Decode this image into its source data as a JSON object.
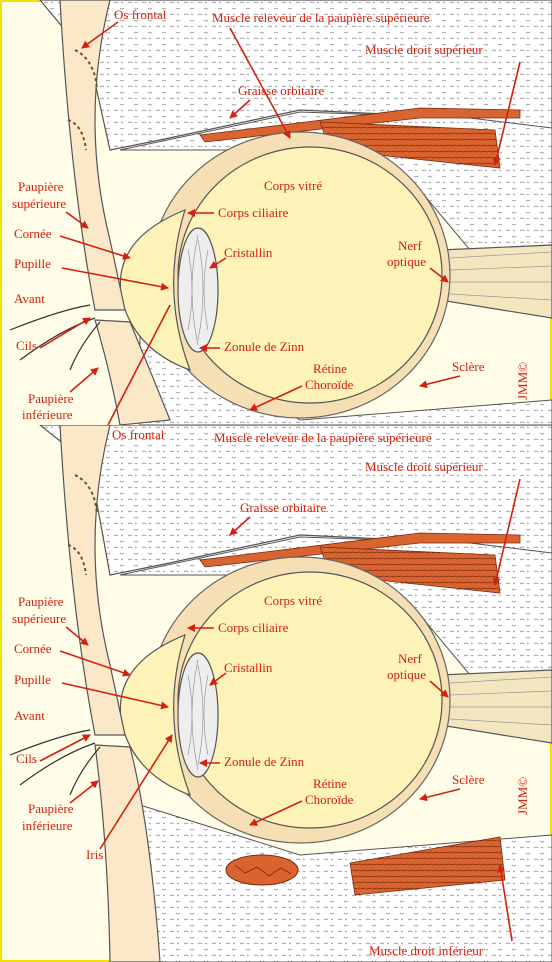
{
  "colors": {
    "label": "#d4200f",
    "background": "#fffde8",
    "border": "#f2e000",
    "vitreous": "#fdf3b8",
    "sclera": "#f6dfb4",
    "muscle": "#d9642f",
    "bone": "#ffffff"
  },
  "top": {
    "os_frontal": "Os frontal",
    "releveur": "Muscle releveur de la paupière supérieure",
    "droit_superieur": "Muscle droit supérieur",
    "graisse": "Graisse orbitaire",
    "paupiere_sup_1": "Paupière",
    "paupiere_sup_2": "supérieure",
    "cornee": "Cornée",
    "pupille": "Pupille",
    "avant": "Avant",
    "cils": "Cils",
    "paupiere_inf_1": "Paupière",
    "paupiere_inf_2": "inférieure",
    "corps_vitre": "Corps vitré",
    "corps_ciliaire": "Corps ciliaire",
    "cristallin": "Cristallin",
    "nerf_1": "Nerf",
    "nerf_2": "optique",
    "zonule": "Zonule de Zinn",
    "sclere": "Sclère",
    "retine": "Rétine",
    "choroide": "Choroïde",
    "credit": "JMM©"
  },
  "bottom": {
    "os_frontal": "Os frontal",
    "releveur": "Muscle releveur de la paupière supérieure",
    "droit_superieur": "Muscle droit supérieur",
    "graisse": "Graisse orbitaire",
    "paupiere_sup_1": "Paupière",
    "paupiere_sup_2": "supérieure",
    "cornee": "Cornée",
    "pupille": "Pupille",
    "avant": "Avant",
    "cils": "Cils",
    "paupiere_inf_1": "Paupière",
    "paupiere_inf_2": "inférieure",
    "iris": "Iris",
    "corps_vitre": "Corps vitré",
    "corps_ciliaire": "Corps ciliaire",
    "cristallin": "Cristallin",
    "nerf_1": "Nerf",
    "nerf_2": "optique",
    "zonule": "Zonule de Zinn",
    "sclere": "Sclère",
    "retine": "Rétine",
    "choroide": "Choroïde",
    "credit": "JMM©",
    "droit_inferieur": "Muscle droit inférieur"
  }
}
